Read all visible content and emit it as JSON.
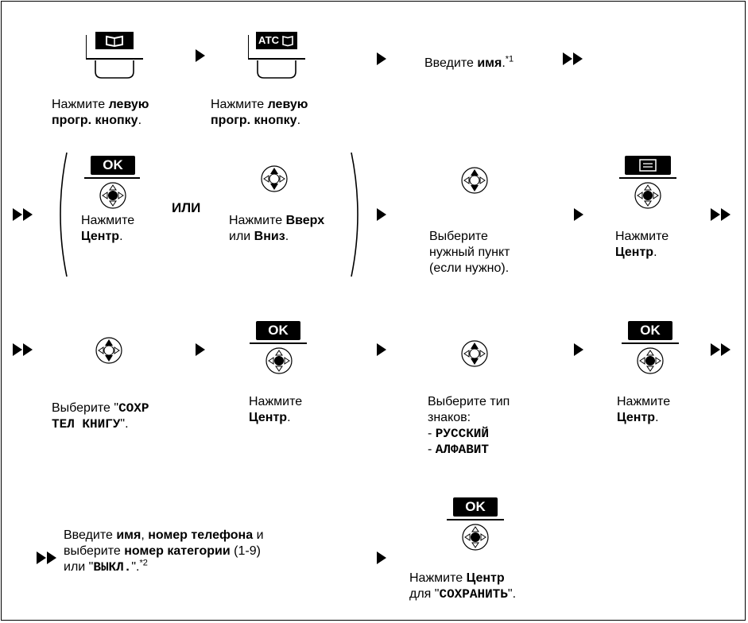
{
  "labels": {
    "ok": "OK",
    "atc": "АТС",
    "or": "ИЛИ",
    "sup1": "*1",
    "sup2": "*2"
  },
  "steps": {
    "s1_press": "Нажмите",
    "s1_bold": "левую прогр. кнопку",
    "s1_line1_bold": "левую",
    "s1_line2_bold": "прогр. кнопку",
    "s2_press": "Нажмите",
    "s2_line1_bold": "левую",
    "s2_line2_bold": "прогр. кнопку",
    "enter": "Введите",
    "name_bold": "имя",
    "center_press": "Нажмите",
    "center_bold": "Центр",
    "updown_press": "Нажмите",
    "up_bold": "Вверх",
    "or_small": "или",
    "down_bold": "Вниз",
    "select_item_1": "Выберите",
    "select_item_2": "нужный пункт",
    "select_item_3": "(если нужно).",
    "menu_press": "Нажмите",
    "menu_center": "Центр",
    "select_save_1": "Выберите \"",
    "select_save_mono1": "СОХР",
    "select_save_mono2": "ТЕЛ КНИГУ",
    "select_save_end": "\".",
    "r3_center_press": "Нажмите",
    "r3_center_bold": "Центр",
    "char_type_1": "Выберите тип",
    "char_type_2": "знаков:",
    "char_opt_1": "РУССКИЙ",
    "char_opt_2": "АЛФАВИТ",
    "r3_center2_press": "Нажмите",
    "r3_center2_bold": "Центр",
    "final_enter": "Введите",
    "final_name": "имя",
    "final_phone": "номер телефона",
    "final_and": "и",
    "final_select": "выберите",
    "final_category": "номер категории",
    "final_range": "(1-9)",
    "final_or": "или \"",
    "final_off": "ВЫКЛ.",
    "final_end": "\".",
    "save_press": "Нажмите",
    "save_center": "Центр",
    "save_for": "для \"",
    "save_word": "СОХРАНИТЬ",
    "save_end": "\"."
  }
}
